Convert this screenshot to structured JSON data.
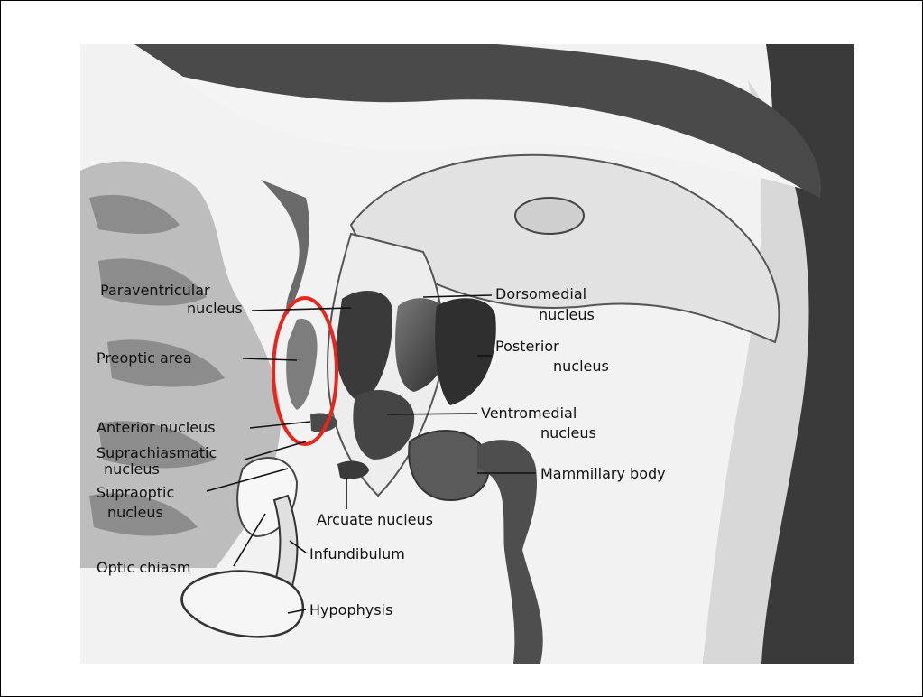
{
  "diagram": {
    "labels": {
      "paraventricular_1": "Paraventricular",
      "paraventricular_2": "nucleus",
      "preoptic": "Preoptic area",
      "anterior": "Anterior nucleus",
      "suprachiasmatic_1": "Suprachiasmatic",
      "suprachiasmatic_2": "nucleus",
      "supraoptic_1": "Supraoptic",
      "supraoptic_2": "nucleus",
      "optic_chiasm": "Optic chiasm",
      "dorsomedial_1": "Dorsomedial",
      "dorsomedial_2": "nucleus",
      "posterior_1": "Posterior",
      "posterior_2": "nucleus",
      "ventromedial_1": "Ventromedial",
      "ventromedial_2": "nucleus",
      "mammillary": "Mammillary body",
      "arcuate": "Arcuate nucleus",
      "infundibulum": "Infundibulum",
      "hypophysis": "Hypophysis"
    },
    "highlight_color": "#e8261c"
  }
}
